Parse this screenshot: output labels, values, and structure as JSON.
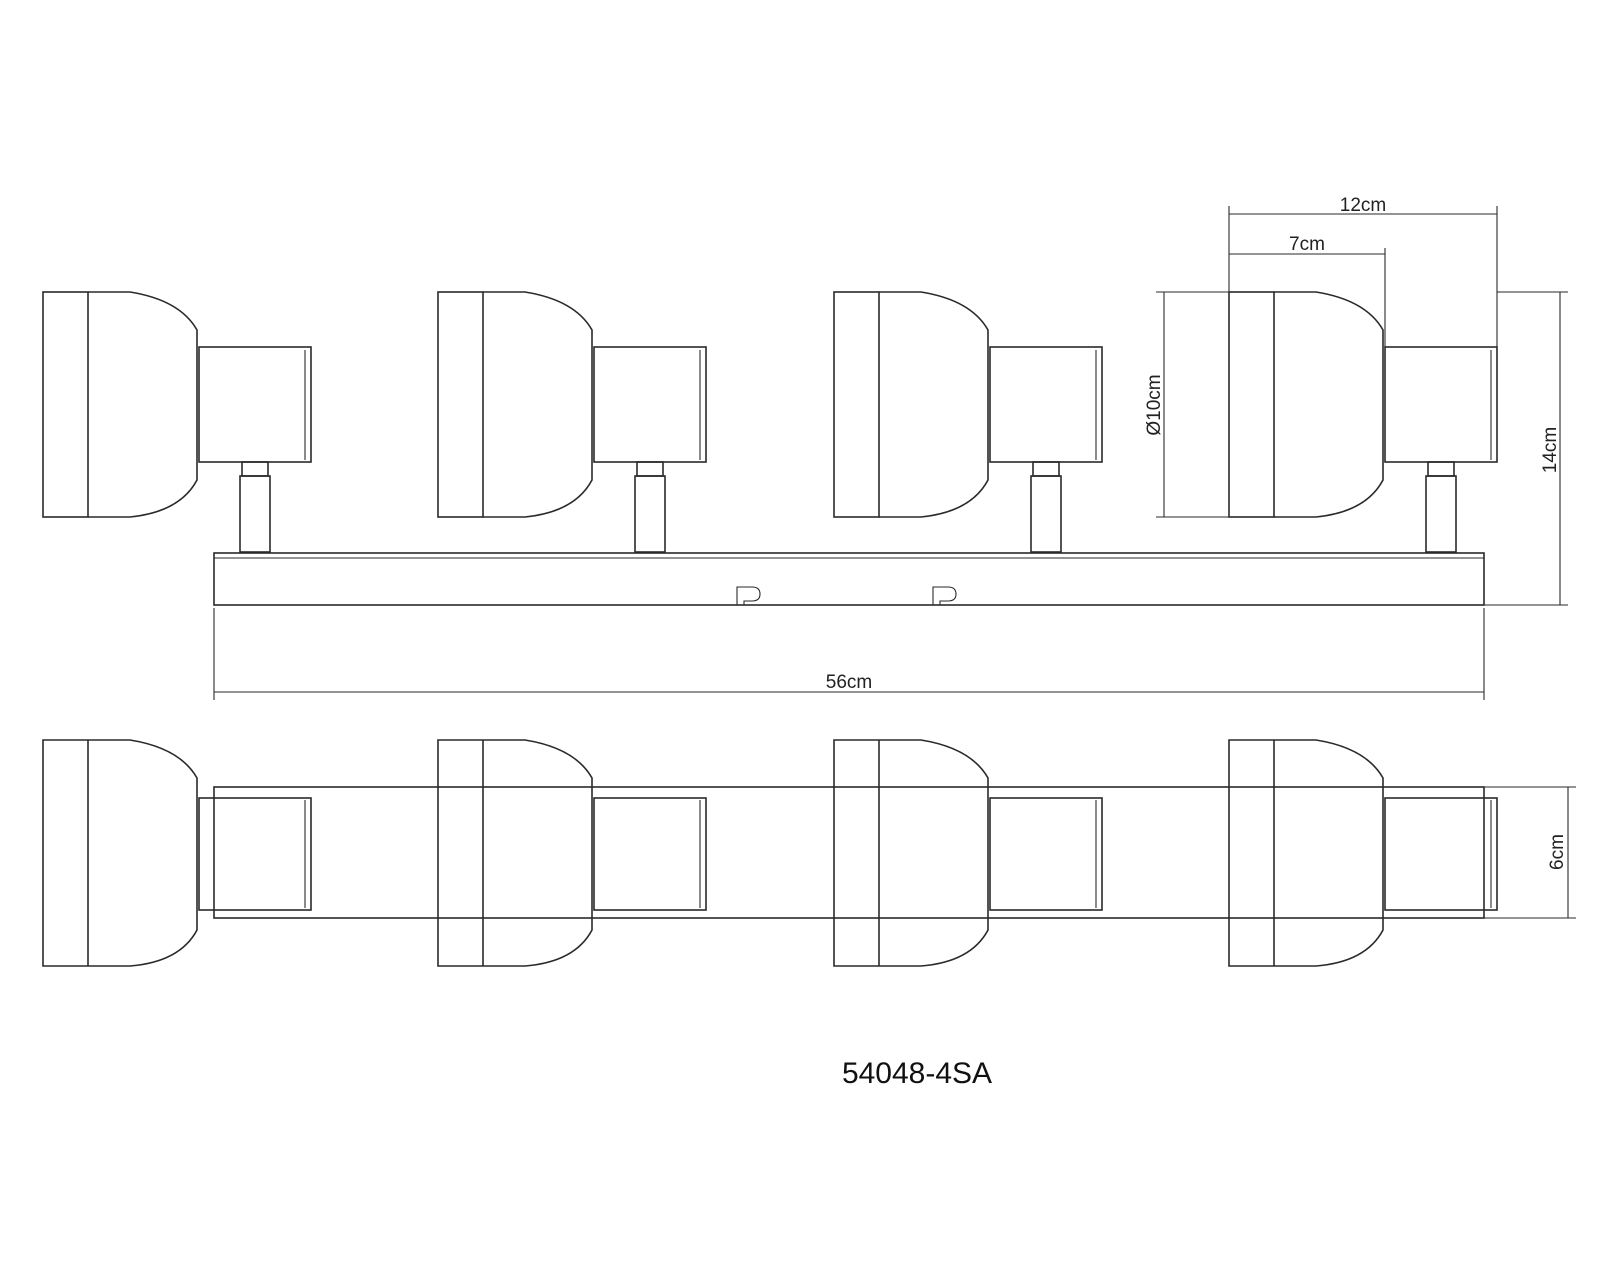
{
  "drawing": {
    "dimensions": {
      "overall_width": "56cm",
      "overall_height": "14cm",
      "shade_diameter": "Ø10cm",
      "shade_depth": "7cm",
      "spot_length": "12cm",
      "plate_width": "6cm"
    },
    "model_number": "54048-4SA",
    "spot_count": 4
  }
}
